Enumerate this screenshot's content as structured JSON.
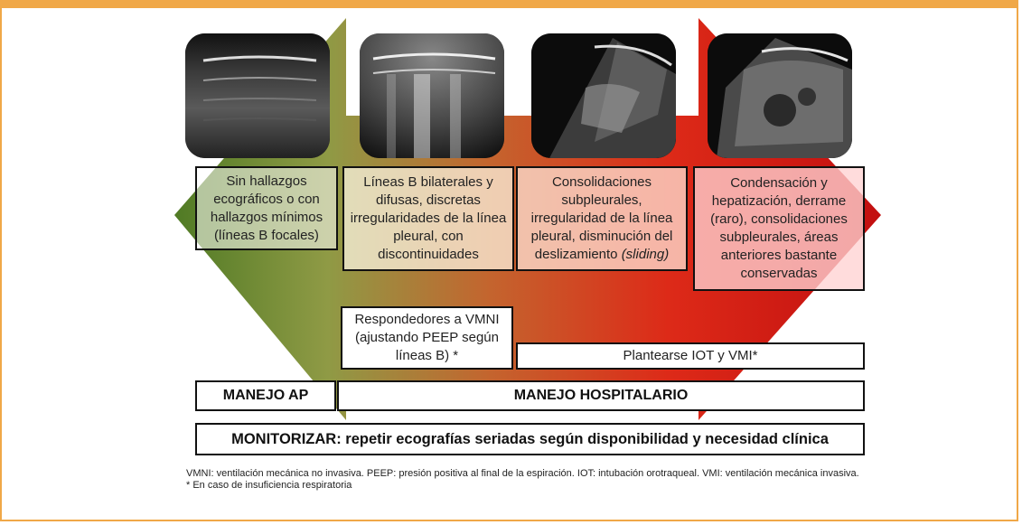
{
  "stages": [
    {
      "text": "Sin hallazgos ecográficos o con hallazgos mínimos (líneas B focales)"
    },
    {
      "text": "Líneas B bilaterales y difusas, discretas irregularidades de la línea pleural, con discontinuidades"
    },
    {
      "text_main": "Consolidaciones subpleurales, irregularidad de la línea pleural, disminución del deslizamiento",
      "text_italic": "(sliding)"
    },
    {
      "text": "Condensación y hepatización, derrame (raro), consolidaciones subpleurales, áreas anteriores bastante conservadas"
    }
  ],
  "responders_text": "Respondedores a VMNI (ajustando PEEP según líneas B) *",
  "iot_text": "Plantearse IOT y VMI*",
  "manejo_ap": "MANEJO AP",
  "manejo_hosp": "MANEJO HOSPITALARIO",
  "monitor": "MONITORIZAR: repetir ecografías seriadas según disponibilidad y necesidad clínica",
  "footnote_line1": "VMNI: ventilación mecánica no invasiva.    PEEP: presión positiva al final de la espiración.    IOT: intubación orotraqueal.    VMI: ventilación mecánica invasiva.",
  "footnote_line2": "* En caso de insuficiencia respiratoria",
  "colors": {
    "border": "#f0a848",
    "green": "#5a7a2a",
    "red": "#d81818"
  },
  "image_names": [
    "ultrasound-image-normal",
    "ultrasound-image-b-lines",
    "ultrasound-image-consolidation",
    "ultrasound-image-hepatization"
  ]
}
